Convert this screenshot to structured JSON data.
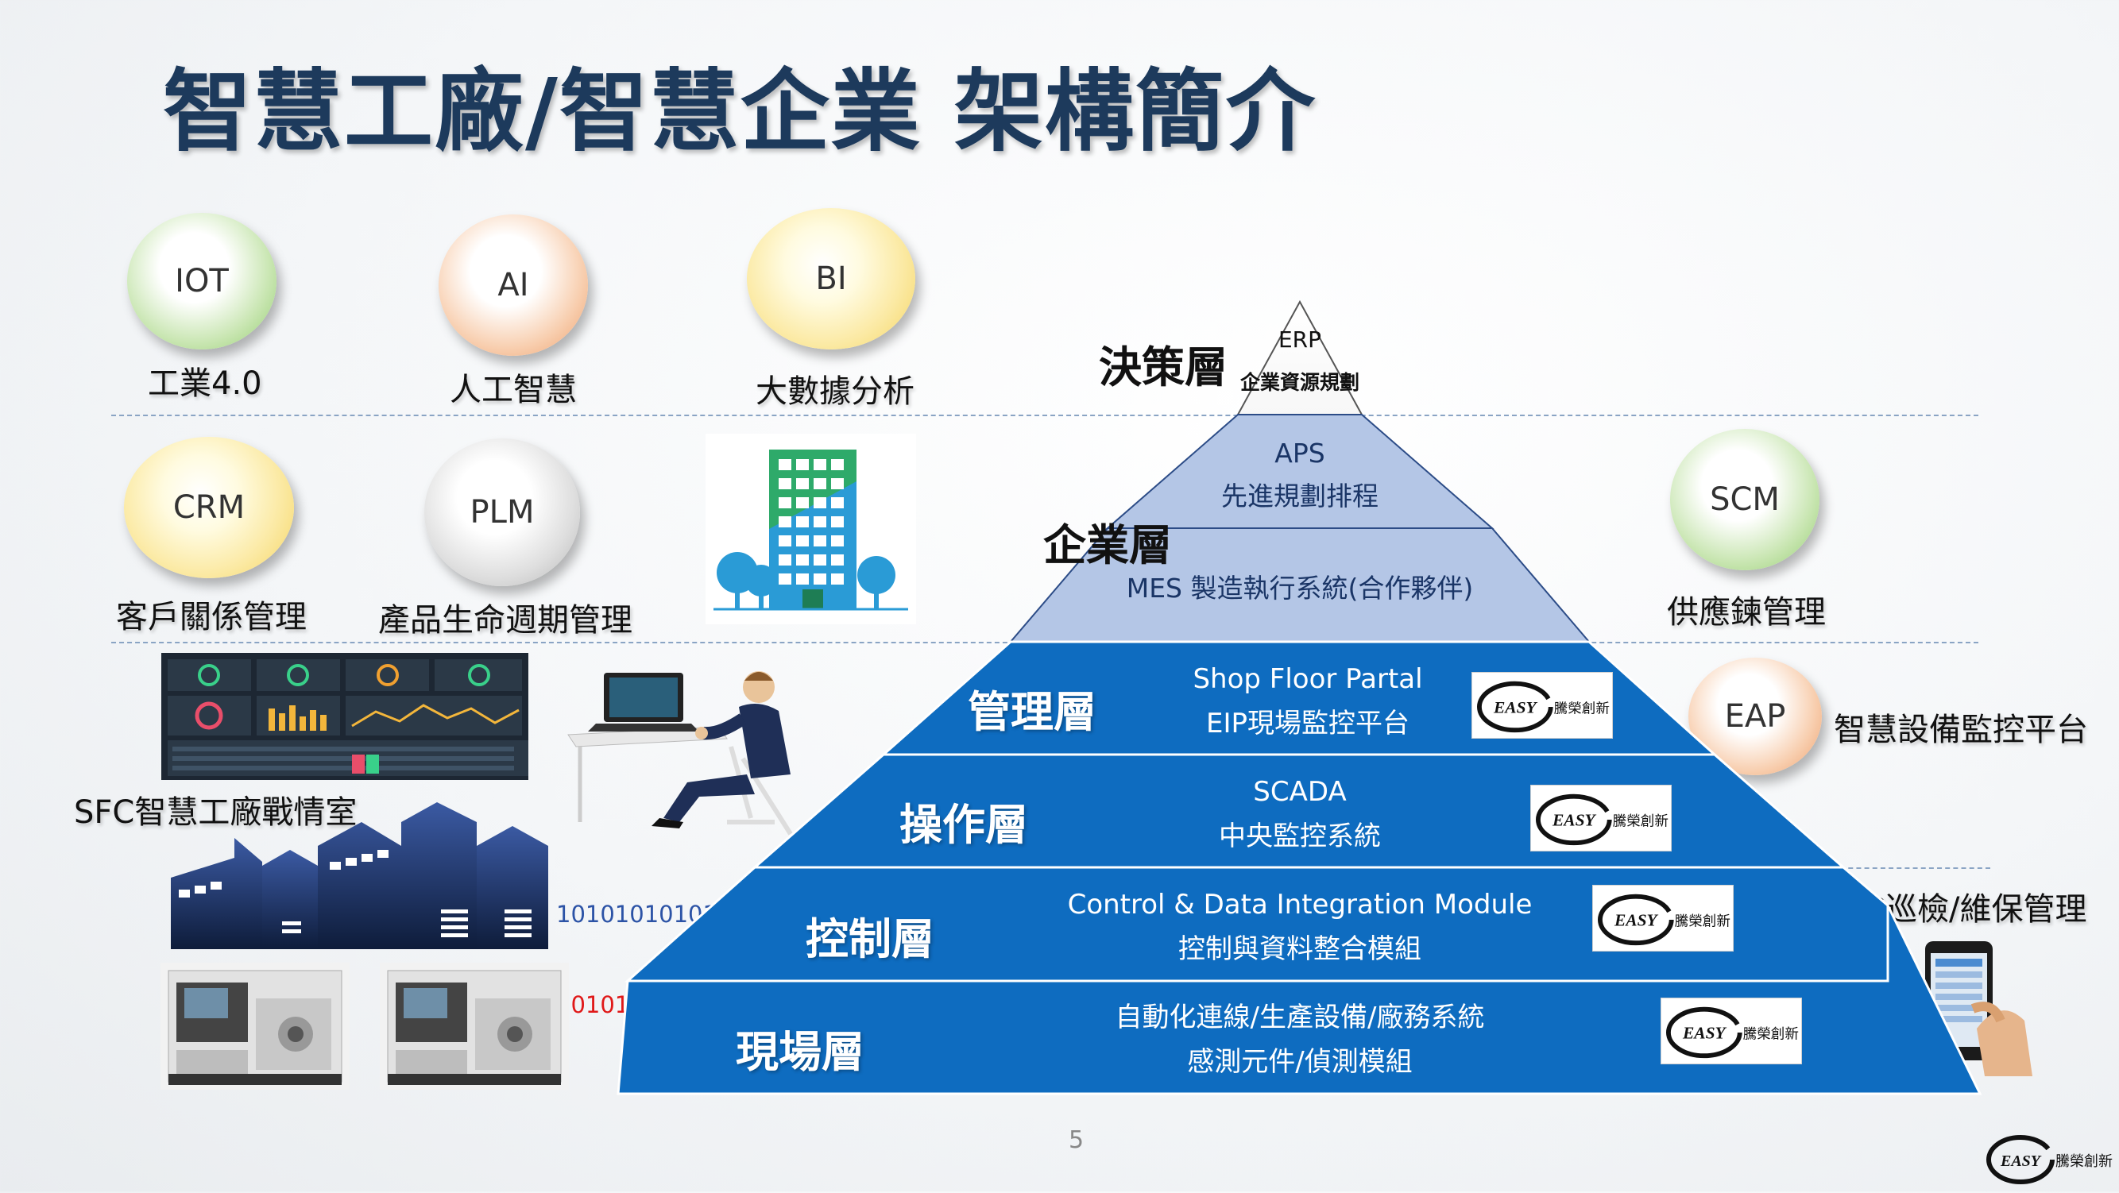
{
  "title": "智慧工廠/智慧企業 架構簡介",
  "top_bubbles": [
    {
      "label": "IOT",
      "caption": "工業4.0"
    },
    {
      "label": "AI",
      "caption": "人工智慧"
    },
    {
      "label": "BI",
      "caption": "大數據分析"
    }
  ],
  "mid_bubbles": [
    {
      "label": "CRM",
      "caption": "客戶關係管理"
    },
    {
      "label": "PLM",
      "caption": "產品生命週期管理"
    }
  ],
  "right_bubbles": [
    {
      "label": "SCM",
      "caption": "供應鍊管理"
    },
    {
      "label": "EAP",
      "caption": "智慧設備監控平台"
    }
  ],
  "sfc_caption": "SFC智慧工廠戰情室",
  "paperless_caption": "無紙化巡檢/維保管理",
  "binary_codes": [
    "101010101010101",
    "101010101"
  ],
  "pyramid": {
    "decision": {
      "label": "決策層",
      "line1": "ERP",
      "line2": "企業資源規劃"
    },
    "enterprise": {
      "label": "企業層",
      "aps1": "APS",
      "aps2": "先進規劃排程",
      "mes": "MES 製造執行系統(合作夥伴)"
    },
    "management": {
      "label": "管理層",
      "line1": "Shop Floor Partal",
      "line2": "EIP現場監控平台"
    },
    "operation": {
      "label": "操作層",
      "line1": "SCADA",
      "line2": "中央監控系統"
    },
    "control": {
      "label": "控制層",
      "line1": "Control & Data Integration Module",
      "line2": "控制與資料整合模組"
    },
    "field": {
      "label": "現場層",
      "line1": "自動化連線/生產設備/廠務系統",
      "line2": "感測元件/偵測模組"
    }
  },
  "logo": {
    "word": "EASY",
    "name": "騰榮創新"
  },
  "page_number": "5"
}
